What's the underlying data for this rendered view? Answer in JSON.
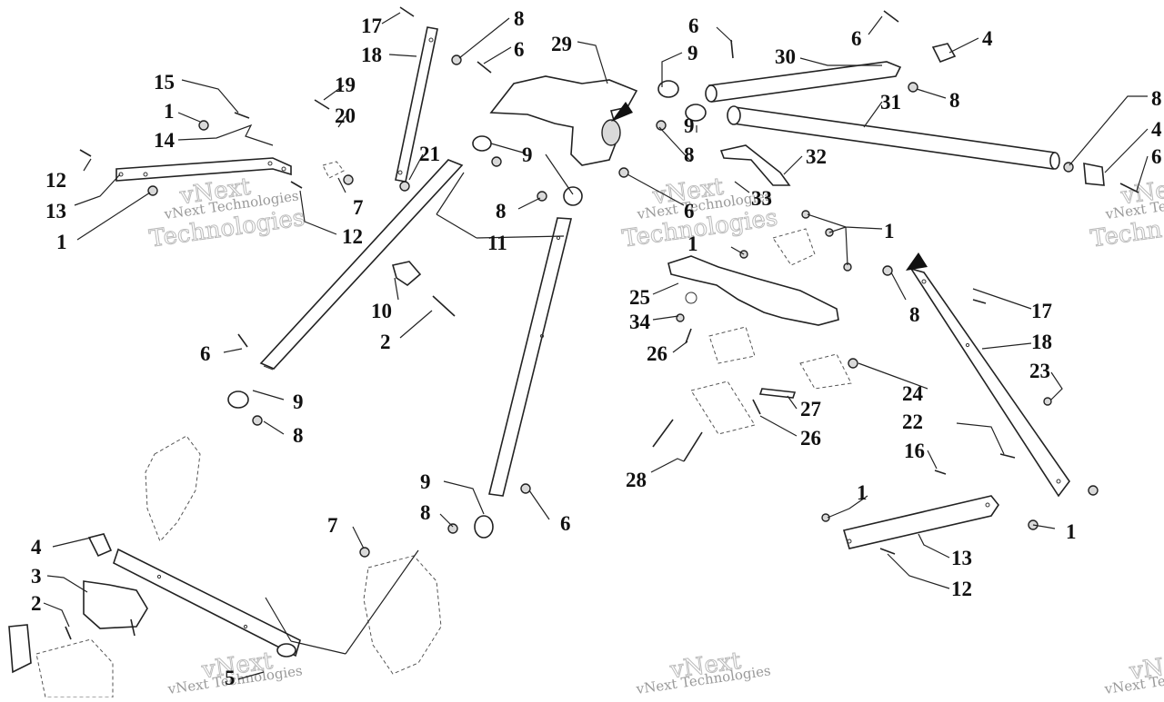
{
  "diagram": {
    "callouts": [
      {
        "label": "17"
      },
      {
        "label": "8"
      },
      {
        "label": "6"
      },
      {
        "label": "29"
      },
      {
        "label": "9"
      },
      {
        "label": "6"
      },
      {
        "label": "30"
      },
      {
        "label": "6"
      },
      {
        "label": "4"
      },
      {
        "label": "18"
      },
      {
        "label": "15"
      },
      {
        "label": "19"
      },
      {
        "label": "1"
      },
      {
        "label": "20"
      },
      {
        "label": "14"
      },
      {
        "label": "21"
      },
      {
        "label": "9"
      },
      {
        "label": "31"
      },
      {
        "label": "8"
      },
      {
        "label": "8"
      },
      {
        "label": "4"
      },
      {
        "label": "6"
      },
      {
        "label": "12"
      },
      {
        "label": "13"
      },
      {
        "label": "7"
      },
      {
        "label": "1"
      },
      {
        "label": "12"
      },
      {
        "label": "8"
      },
      {
        "label": "9"
      },
      {
        "label": "8"
      },
      {
        "label": "32"
      },
      {
        "label": "33"
      },
      {
        "label": "6"
      },
      {
        "label": "1"
      },
      {
        "label": "11"
      },
      {
        "label": "1"
      },
      {
        "label": "10"
      },
      {
        "label": "2"
      },
      {
        "label": "25"
      },
      {
        "label": "34"
      },
      {
        "label": "8"
      },
      {
        "label": "17"
      },
      {
        "label": "18"
      },
      {
        "label": "26"
      },
      {
        "label": "6"
      },
      {
        "label": "23"
      },
      {
        "label": "24"
      },
      {
        "label": "9"
      },
      {
        "label": "8"
      },
      {
        "label": "27"
      },
      {
        "label": "26"
      },
      {
        "label": "22"
      },
      {
        "label": "16"
      },
      {
        "label": "28"
      },
      {
        "label": "9"
      },
      {
        "label": "8"
      },
      {
        "label": "6"
      },
      {
        "label": "1"
      },
      {
        "label": "7"
      },
      {
        "label": "1"
      },
      {
        "label": "4"
      },
      {
        "label": "13"
      },
      {
        "label": "3"
      },
      {
        "label": "12"
      },
      {
        "label": "2"
      },
      {
        "label": "5"
      }
    ],
    "watermarks": [
      {
        "line1": "vNext",
        "line2": "vNext Technologies",
        "line3": "Technologies"
      },
      {
        "line1": "vNext",
        "line2": "vNext Technologies",
        "line3": "Technologies"
      },
      {
        "line1": "vNext",
        "line2": "vNext Te",
        "line3": "Techn"
      },
      {
        "line1": "vNext",
        "line2": "vNext Technologies",
        "line3": ""
      },
      {
        "line1": "vNext",
        "line2": "vNext Technologies",
        "line3": ""
      },
      {
        "line1": "vNe",
        "line2": "vNext Te",
        "line3": ""
      }
    ]
  }
}
